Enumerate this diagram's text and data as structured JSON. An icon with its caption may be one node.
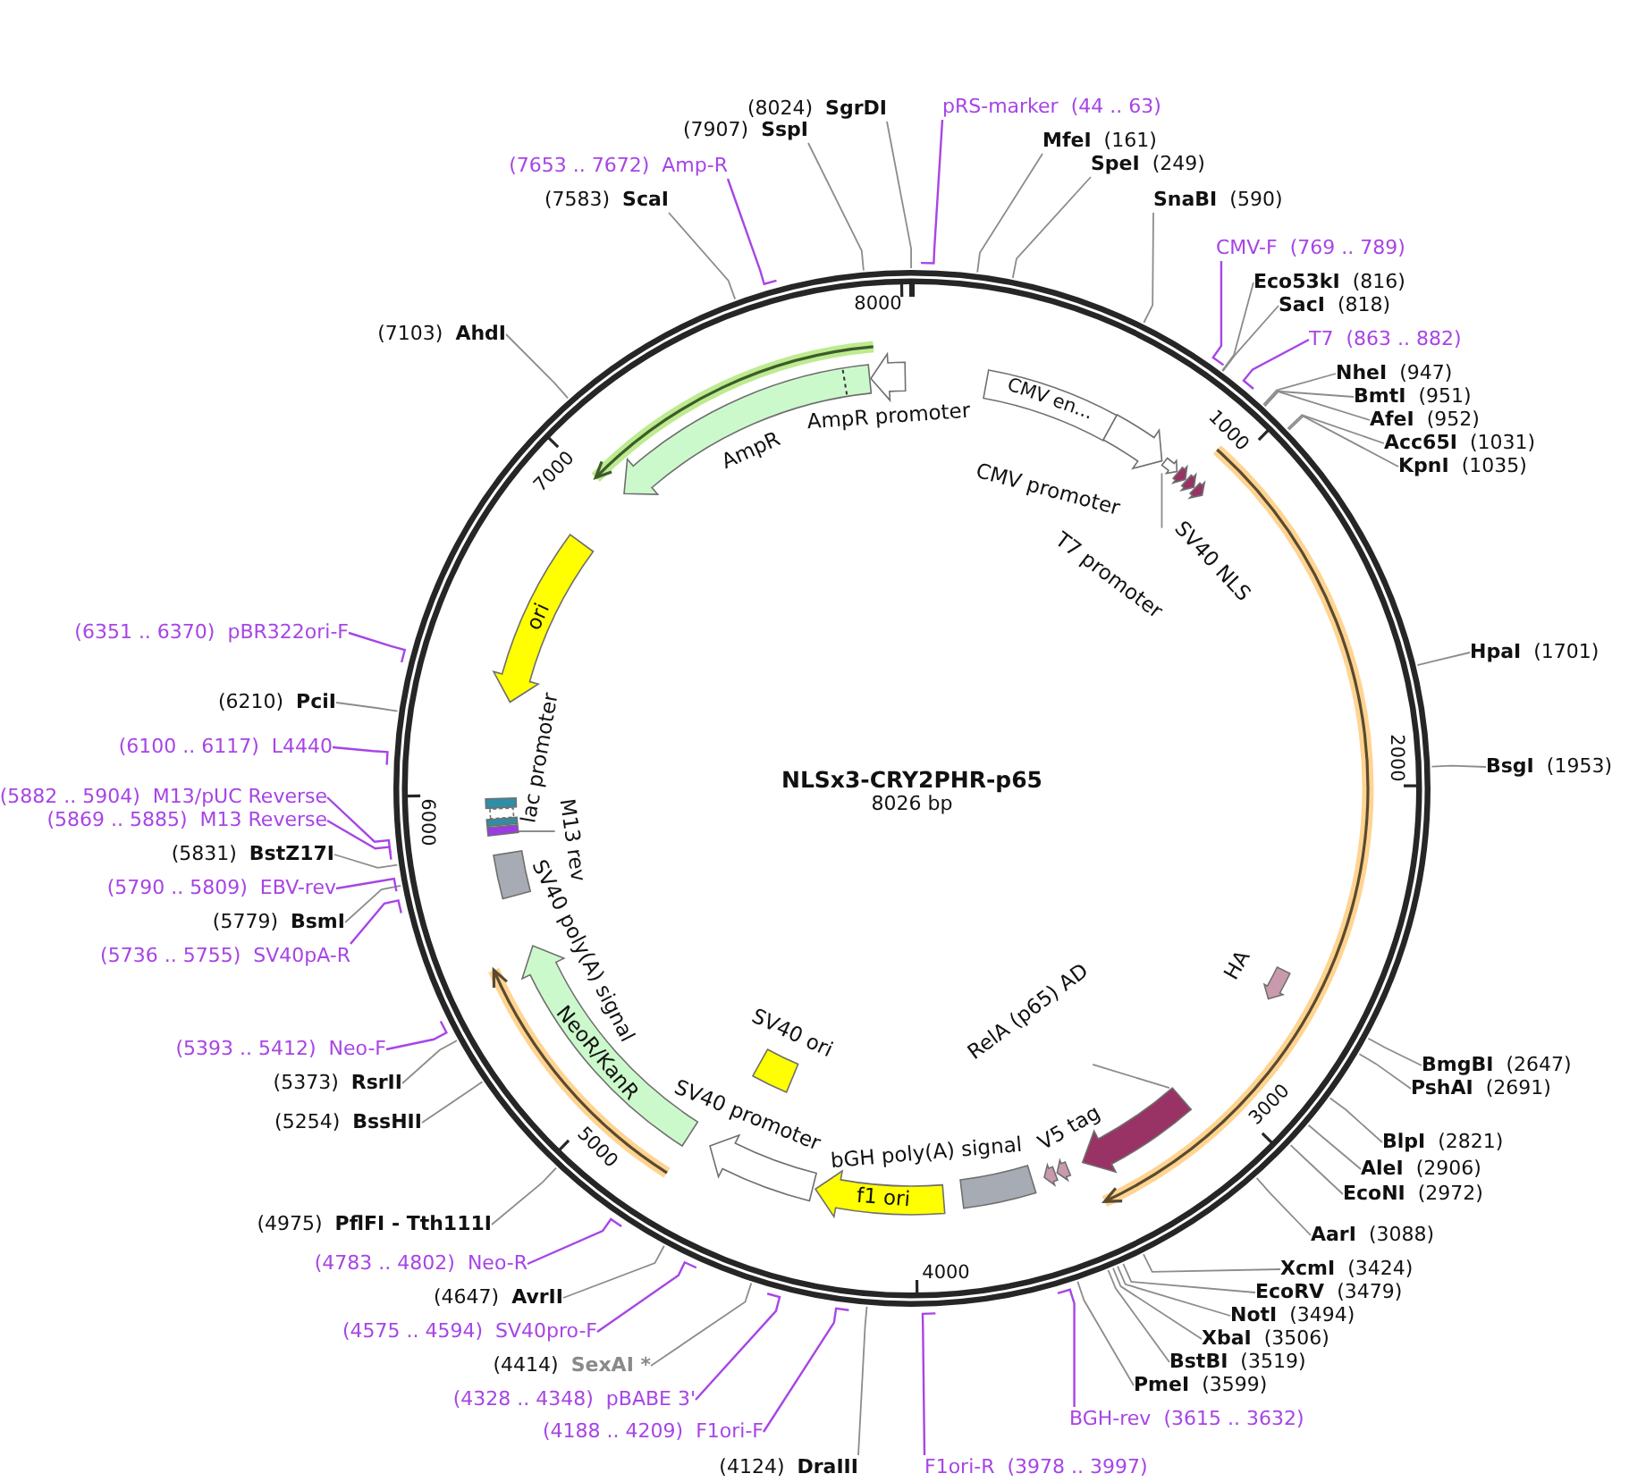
{
  "diagram": {
    "title": "NLSx3-CRY2PHR-p65",
    "nodes": [
      {
        "text": [
          "pRS-marker",
          "(44 .. 63)"
        ]
      },
      {
        "text": [
          "MfeI",
          "(161)"
        ]
      },
      {
        "text": [
          "SpeI",
          "(249)"
        ]
      },
      {
        "text": [
          "SnaBI",
          "(590)"
        ]
      },
      {
        "text": [
          "CMV-F",
          "(769 .. 789)"
        ]
      },
      {
        "text": [
          "Eco53kI",
          "(816)"
        ]
      },
      {
        "text": [
          "SacI",
          "(818)"
        ]
      },
      {
        "text": [
          "T7",
          "(863 .. 882)"
        ]
      },
      {
        "text": [
          "NheI",
          "(947)"
        ]
      },
      {
        "text": [
          "BmtI",
          "(951)"
        ]
      },
      {
        "text": [
          "AfeI",
          "(952)"
        ]
      },
      {
        "text": [
          "Acc65I",
          "(1031)"
        ]
      },
      {
        "text": [
          "KpnI",
          "(1035)"
        ]
      },
      {
        "text": [
          "HpaI",
          "(1701)"
        ]
      },
      {
        "text": [
          "BsgI",
          "(1953)"
        ]
      },
      {
        "text": [
          "BmgBI",
          "(2647)"
        ]
      },
      {
        "text": [
          "PshAI",
          "(2691)"
        ]
      },
      {
        "text": [
          "BlpI",
          "(2821)"
        ]
      },
      {
        "text": [
          "AleI",
          "(2906)"
        ]
      },
      {
        "text": [
          "EcoNI",
          "(2972)"
        ]
      },
      {
        "text": [
          "AarI",
          "(3088)"
        ]
      },
      {
        "text": [
          "XcmI",
          "(3424)"
        ]
      },
      {
        "text": [
          "EcoRV",
          "(3479)"
        ]
      },
      {
        "text": [
          "NotI",
          "(3494)"
        ]
      },
      {
        "text": [
          "XbaI",
          "(3506)"
        ]
      },
      {
        "text": [
          "BstBI",
          "(3519)"
        ]
      },
      {
        "text": [
          "PmeI",
          "(3599)"
        ]
      },
      {
        "text": [
          "BGH-rev",
          "(3615 .. 3632)"
        ]
      },
      {
        "text": [
          "F1ori-R",
          "(3978 .. 3997)"
        ]
      },
      {
        "text": [
          "(4124)",
          "DraIII"
        ]
      },
      {
        "text": [
          "(4188 .. 4209)",
          "F1ori-F"
        ]
      },
      {
        "text": [
          "(4328 .. 4348)",
          "pBABE 3'"
        ]
      },
      {
        "text": [
          "(4414)",
          "SexAI *"
        ]
      },
      {
        "text": [
          "(4575 .. 4594)",
          "SV40pro-F"
        ]
      },
      {
        "text": [
          "(4647)",
          "AvrII"
        ]
      },
      {
        "text": [
          "(4783 .. 4802)",
          "Neo-R"
        ]
      },
      {
        "text": [
          "(4975)",
          "PflFI - Tth111I"
        ]
      },
      {
        "text": [
          "(5254)",
          "BssHII"
        ]
      },
      {
        "text": [
          "(5373)",
          "RsrII"
        ]
      },
      {
        "text": [
          "(5393 .. 5412)",
          "Neo-F"
        ]
      },
      {
        "text": [
          "(5736 .. 5755)",
          "SV40pA-R"
        ]
      },
      {
        "text": [
          "(5779)",
          "BsmI"
        ]
      },
      {
        "text": [
          "(5790 .. 5809)",
          "EBV-rev"
        ]
      },
      {
        "text": [
          "(5831)",
          "BstZ17I"
        ]
      },
      {
        "text": [
          "(5869 .. 5885)",
          "M13 Reverse"
        ]
      },
      {
        "text": [
          "(5882 .. 5904)",
          "M13/pUC Reverse"
        ]
      },
      {
        "text": [
          "(6100 .. 6117)",
          "L4440"
        ]
      },
      {
        "text": [
          "(6210)",
          "PciI"
        ]
      },
      {
        "text": [
          "(6351 .. 6370)",
          "pBR322ori-F"
        ]
      },
      {
        "text": [
          "(7103)",
          "AhdI"
        ]
      },
      {
        "text": [
          "(7583)",
          "ScaI"
        ]
      },
      {
        "text": [
          "(7653 .. 7672)",
          "Amp-R"
        ]
      },
      {
        "text": [
          "(7907)",
          "SspI"
        ]
      },
      {
        "text": [
          "(8024)",
          "SgrDI"
        ]
      },
      {
        "text": [
          "CMV en..."
        ]
      },
      {
        "text": [
          "CMV promoter"
        ]
      },
      {
        "text": [
          "T7 promoter"
        ]
      },
      {
        "text": [],
        "shape": "arrow"
      },
      {
        "text": [
          "SV40 NLS"
        ]
      },
      {
        "text": [
          "HA"
        ]
      },
      {
        "text": [
          "RelA (p65) AD"
        ]
      },
      {
        "text": [],
        "shape": "arrow"
      },
      {
        "text": [
          "V5 tag"
        ]
      },
      {
        "text": [
          "bGH poly(A) signal"
        ]
      },
      {
        "text": [
          "f1 ori"
        ]
      },
      {
        "text": [
          "SV40 promoter"
        ]
      },
      {
        "text": [
          "SV40 ori"
        ]
      },
      {
        "text": [
          "NeoR/KanR"
        ]
      },
      {
        "text": [
          "SV40 poly(A) signal"
        ]
      },
      {
        "text": [
          "M13 rev"
        ]
      },
      {
        "text": [],
        "shape": "bar"
      },
      {
        "text": [],
        "shape": "bar"
      },
      {
        "text": [
          "lac promoter"
        ]
      },
      {
        "text": [],
        "shape": "bar"
      },
      {
        "text": [
          "ori"
        ]
      },
      {
        "text": [
          "AmpR"
        ]
      },
      {
        "text": [
          "AmpR promoter"
        ]
      }
    ],
    "edges": [
      {
        "from": 0,
        "to": null,
        "arrow": "none",
        "color": "#a745e6"
      },
      {
        "from": 1,
        "to": null,
        "arrow": "none"
      },
      {
        "from": 2,
        "to": null,
        "arrow": "none"
      },
      {
        "from": 3,
        "to": null,
        "arrow": "none"
      },
      {
        "from": 4,
        "to": null,
        "arrow": "none",
        "color": "#a745e6"
      },
      {
        "from": 5,
        "to": null,
        "arrow": "none"
      },
      {
        "from": 6,
        "to": null,
        "arrow": "none"
      },
      {
        "from": 7,
        "to": null,
        "arrow": "none",
        "color": "#a745e6"
      },
      {
        "from": 8,
        "to": null,
        "arrow": "none"
      },
      {
        "from": 9,
        "to": null,
        "arrow": "none"
      },
      {
        "from": 10,
        "to": null,
        "arrow": "none"
      },
      {
        "from": 11,
        "to": null,
        "arrow": "none"
      },
      {
        "from": 12,
        "to": null,
        "arrow": "none"
      },
      {
        "from": 13,
        "to": null,
        "arrow": "none"
      },
      {
        "from": 14,
        "to": null,
        "arrow": "none"
      },
      {
        "from": 15,
        "to": null,
        "arrow": "none"
      },
      {
        "from": 16,
        "to": null,
        "arrow": "none"
      },
      {
        "from": 17,
        "to": null,
        "arrow": "none"
      },
      {
        "from": 18,
        "to": null,
        "arrow": "none"
      },
      {
        "from": 19,
        "to": null,
        "arrow": "none"
      },
      {
        "from": 20,
        "to": null,
        "arrow": "none"
      },
      {
        "from": 21,
        "to": null,
        "arrow": "none"
      },
      {
        "from": 22,
        "to": null,
        "arrow": "none"
      },
      {
        "from": 23,
        "to": null,
        "arrow": "none"
      },
      {
        "from": 24,
        "to": null,
        "arrow": "none"
      },
      {
        "from": 25,
        "to": null,
        "arrow": "none"
      },
      {
        "from": 26,
        "to": null,
        "arrow": "none"
      },
      {
        "from": 27,
        "to": null,
        "arrow": "none",
        "color": "#a745e6"
      },
      {
        "from": 28,
        "to": null,
        "arrow": "none",
        "color": "#a745e6"
      },
      {
        "from": 29,
        "to": null,
        "arrow": "none"
      },
      {
        "from": 30,
        "to": null,
        "arrow": "none",
        "color": "#a745e6"
      },
      {
        "from": 31,
        "to": null,
        "arrow": "none",
        "color": "#a745e6"
      },
      {
        "from": 32,
        "to": null,
        "arrow": "none"
      },
      {
        "from": 33,
        "to": null,
        "arrow": "none",
        "color": "#a745e6"
      },
      {
        "from": 34,
        "to": null,
        "arrow": "none"
      },
      {
        "from": 35,
        "to": null,
        "arrow": "none",
        "color": "#a745e6"
      },
      {
        "from": 36,
        "to": null,
        "arrow": "none"
      },
      {
        "from": 37,
        "to": null,
        "arrow": "none"
      },
      {
        "from": 38,
        "to": null,
        "arrow": "none"
      },
      {
        "from": 39,
        "to": null,
        "arrow": "none",
        "color": "#a745e6"
      },
      {
        "from": 40,
        "to": null,
        "arrow": "none",
        "color": "#a745e6"
      },
      {
        "from": 41,
        "to": null,
        "arrow": "none"
      },
      {
        "from": 42,
        "to": null,
        "arrow": "none",
        "color": "#a745e6"
      },
      {
        "from": 43,
        "to": null,
        "arrow": "none"
      },
      {
        "from": 44,
        "to": null,
        "arrow": "none",
        "color": "#a745e6"
      },
      {
        "from": 45,
        "to": null,
        "arrow": "none",
        "color": "#a745e6"
      },
      {
        "from": 46,
        "to": null,
        "arrow": "none",
        "color": "#a745e6"
      },
      {
        "from": 47,
        "to": null,
        "arrow": "none"
      },
      {
        "from": 48,
        "to": null,
        "arrow": "none",
        "color": "#a745e6"
      },
      {
        "from": 49,
        "to": null,
        "arrow": "none"
      },
      {
        "from": 50,
        "to": null,
        "arrow": "none"
      },
      {
        "from": 51,
        "to": null,
        "arrow": "none",
        "color": "#a745e6"
      },
      {
        "from": 52,
        "to": null,
        "arrow": "none"
      },
      {
        "from": 53,
        "to": null,
        "arrow": "none"
      },
      {
        "from": 56,
        "to": 57,
        "arrow": "none"
      },
      {
        "from": 60,
        "to": 61,
        "arrow": "none"
      },
      {
        "from": 69,
        "to": 70,
        "arrow": "none"
      }
    ],
    "labels": [
      "8000",
      "1000",
      "2000",
      "3000",
      "4000",
      "5000",
      "6000",
      "7000",
      "8026 bp"
    ]
  }
}
